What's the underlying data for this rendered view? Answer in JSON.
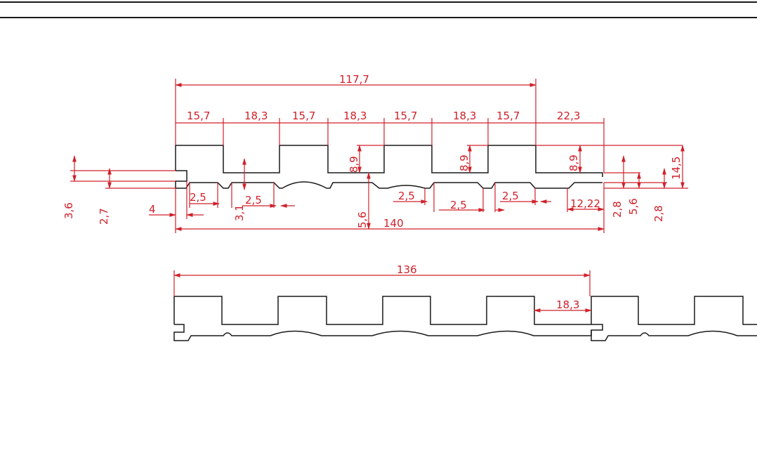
{
  "drawing": {
    "top_dimensions": {
      "overall": "117,7",
      "segments": [
        "15,7",
        "18,3",
        "15,7",
        "18,3",
        "15,7",
        "18,3",
        "15,7",
        "22,3"
      ]
    },
    "groove_depths": [
      "8,9",
      "8,9",
      "8,9"
    ],
    "right_height": "14,5",
    "left_heights": [
      "3,6",
      "2,7"
    ],
    "tongue_length": "4",
    "bottom_grooves": [
      "2,5",
      "2,5",
      "2,5",
      "2,5",
      "2,5"
    ],
    "mid_heights": [
      "3,1",
      "5,6"
    ],
    "overall_width": "140",
    "right_offset": "12,22",
    "right_heights": [
      "2,8",
      "5,6",
      "2,8"
    ],
    "assembly_width": "136",
    "assembly_groove": "18,3"
  }
}
